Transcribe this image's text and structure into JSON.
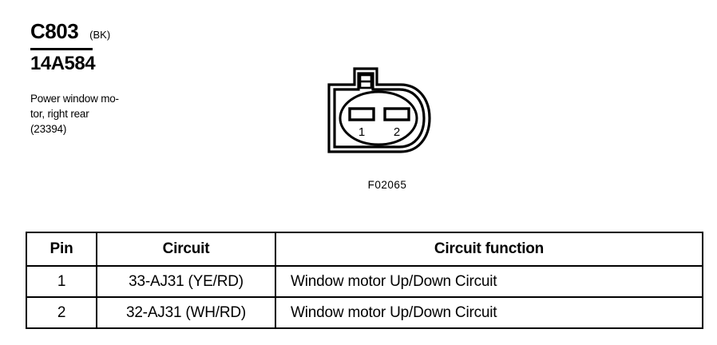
{
  "header": {
    "connector_id": "C803",
    "connector_color": "(BK)",
    "part_number": "14A584",
    "description_lines": [
      "Power window mo-",
      "tor, right rear",
      "(23394)"
    ]
  },
  "connector_figure": {
    "caption": "F02065",
    "pin_labels": [
      "1",
      "2"
    ],
    "cavity_count": 2
  },
  "table": {
    "columns": [
      "Pin",
      "Circuit",
      "Circuit function"
    ],
    "rows": [
      {
        "pin": "1",
        "circuit": "33-AJ31 (YE/RD)",
        "function": "Window motor Up/Down Circuit"
      },
      {
        "pin": "2",
        "circuit": "32-AJ31 (WH/RD)",
        "function": "Window motor Up/Down Circuit"
      }
    ]
  },
  "colors": {
    "ink": "#000000",
    "page": "#ffffff"
  }
}
